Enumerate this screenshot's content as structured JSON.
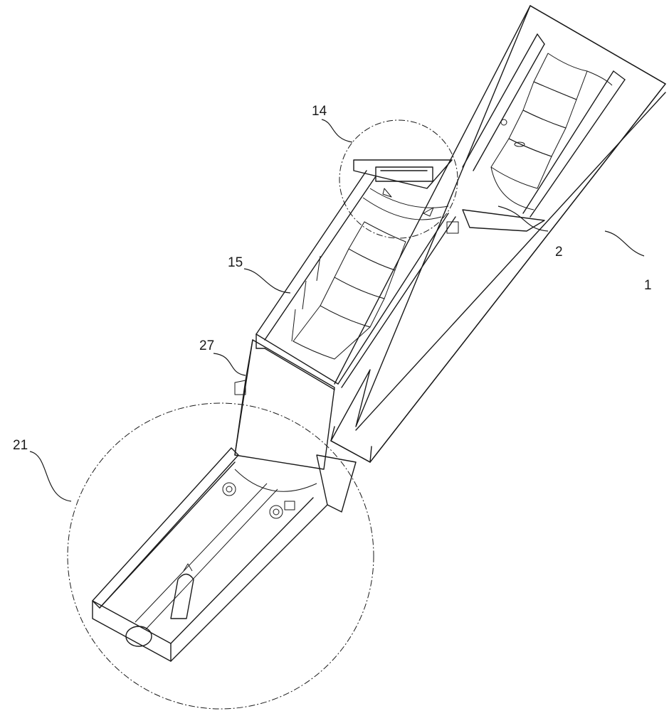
{
  "callouts": {
    "frame": "1",
    "upper_hopper": "2",
    "detail_circle_upper": "14",
    "conveyor": "15",
    "discharge_chute": "27",
    "detail_circle_lower": "21"
  }
}
